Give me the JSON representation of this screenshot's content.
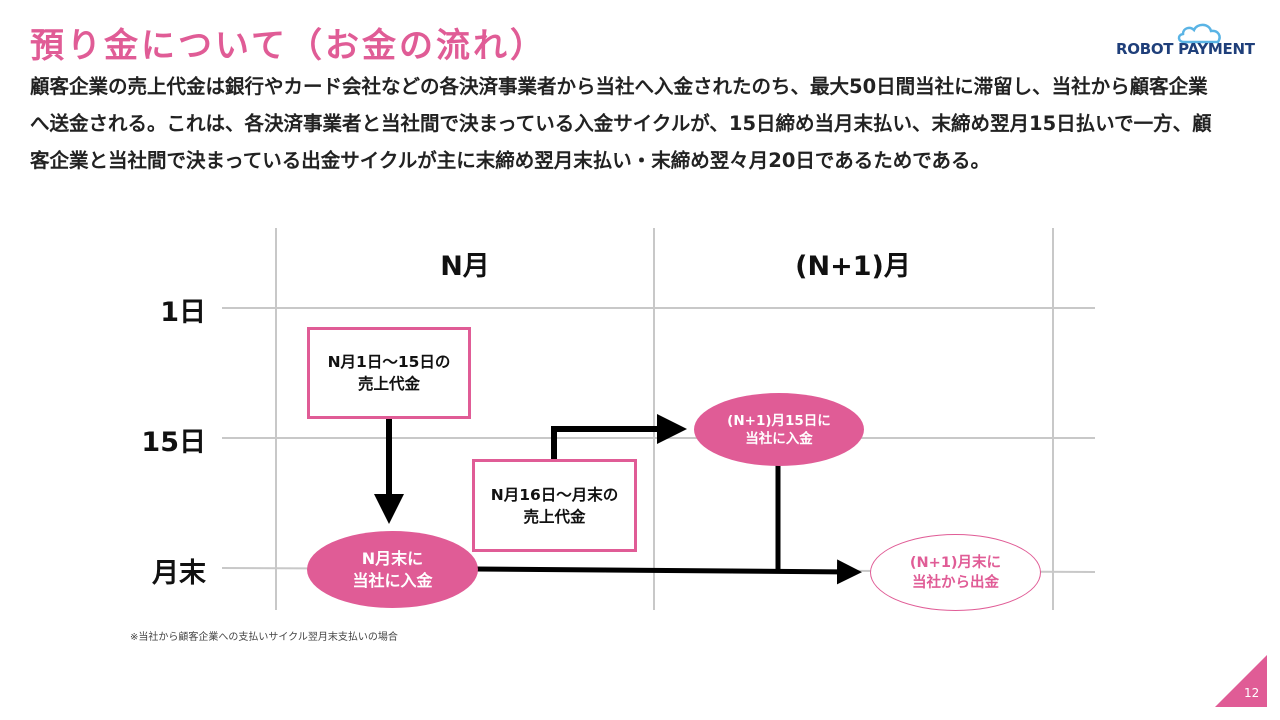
{
  "header": {
    "title": "預り金について（お金の流れ）",
    "logo_text": "ROBOT PAYMENT"
  },
  "description": "顧客企業の売上代金は銀行やカード会社などの各決済事業者から当社へ入金されたのち、最大50日間当社に滞留し、当社から顧客企業へ送金される。これは、各決済事業者と当社間で決まっている入金サイクルが、15日締め当月末払い、末締め翌月15日払いで一方、顧客企業と当社間で決まっている出金サイクルが主に末締め翌月末払い・末締め翌々月20日であるためである。",
  "diagram": {
    "columns": [
      "N月",
      "(N+1)月"
    ],
    "rows": [
      "1日",
      "15日",
      "月末"
    ],
    "box1": "N月1日〜15日の\n売上代金",
    "box2": "N月16日〜月末の\n売上代金",
    "ellipse1": "N月末に\n当社に入金",
    "ellipse2": "(N+1)月15日に\n当社に入金",
    "ellipse3": "(N+1)月末に\n当社から出金"
  },
  "footnote": "※当社から顧客企業への支払いサイクル翌月末支払いの場合",
  "page_number": "12",
  "colors": {
    "accent": "#e05c96",
    "logo_blue": "#1f3f7a",
    "grid": "#c8c8c8"
  }
}
